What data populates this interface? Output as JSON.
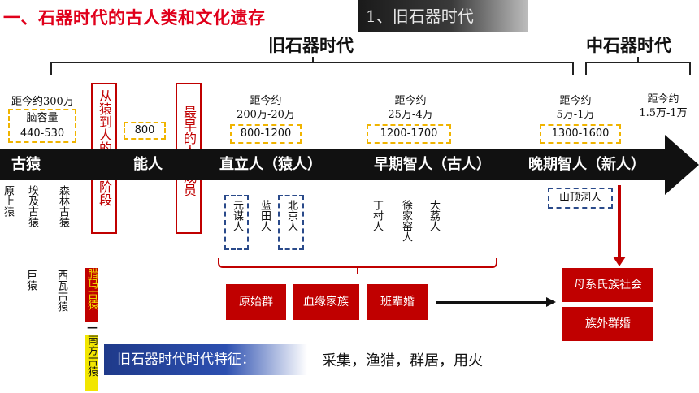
{
  "header": {
    "title": "一、石器时代的古人类和文化遗存",
    "section_tab": "1、旧石器时代"
  },
  "periods": {
    "paleolithic": "旧石器时代",
    "mesolithic": "中石器时代"
  },
  "timeline": {
    "stages": [
      {
        "name": "古猿",
        "dist": "距今约300万"
      },
      {
        "name": "能人"
      },
      {
        "name": "直立人（猿人）",
        "dist": "距今约\n200万-20万",
        "range": "800-1200"
      },
      {
        "name": "早期智人（古人）",
        "dist": "距今约\n25万-4万",
        "range": "1200-1700"
      },
      {
        "name": "晚期智人（新人）",
        "dist": "距今约\n5万-1万",
        "range": "1300-1600"
      },
      {
        "dist": "距今约\n1.5万-1万"
      }
    ],
    "brain_label": "脑容量",
    "brain_ape_range": "440-530",
    "nengren_range": "800"
  },
  "notes": {
    "transition": "从猿到人的过渡阶段",
    "earliest_homo": "最早的人属成员"
  },
  "fossils": {
    "ape_row1": [
      "原上猿",
      "埃及古猿",
      "森林古猿"
    ],
    "ape_row2": [
      "巨猿",
      "西瓦古猿"
    ],
    "ramapithecus": "腊玛古猿",
    "dash": "—",
    "australopithecus": "南方古猿",
    "homo_erectus": [
      "元谋人",
      "蓝田人",
      "北京人"
    ],
    "archaic": [
      "丁村人",
      "徐家窑人",
      "大荔人"
    ],
    "modern": "山顶洞人"
  },
  "society": {
    "left": [
      "原始群",
      "血缘家族",
      "班辈婚"
    ],
    "right": [
      "母系氏族社会",
      "族外群婚"
    ]
  },
  "features": {
    "label": "旧石器时代时代特征：",
    "value": "采集，渔猎，群居，用火"
  }
}
